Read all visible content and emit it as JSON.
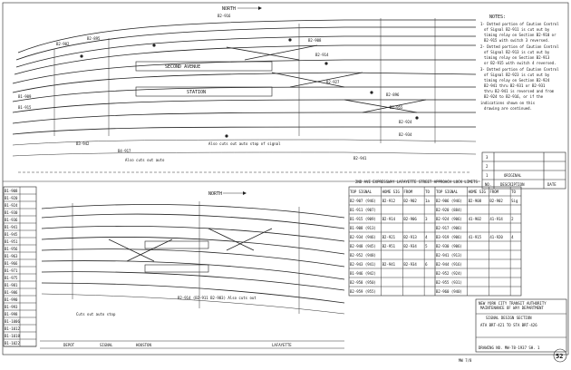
{
  "upper": {
    "north_label": "NORTH",
    "avenue_label": "SECOND AVENUE",
    "station_label": "STATION",
    "signal_labels": [
      "B2-916",
      "B2-902",
      "B2-895",
      "B2-908",
      "B2-914",
      "B2-927",
      "B2-896",
      "B2-955",
      "B2-924",
      "B2-934",
      "B2-941"
    ],
    "track_labels": [
      "B1-909",
      "B1-915",
      "B3-942",
      "B4-917"
    ],
    "stop_notes": [
      "Also cuts out auto",
      "Also cuts out auto stop of signal"
    ]
  },
  "notes": {
    "title": "NOTES:",
    "lines": [
      "1- Dotted portion of Caution Control",
      "of Signal B2-911 is cut out by",
      "timing relay on Section B2-910 or",
      "B2-915 with switch 3 reversed.",
      "2- Dotted portion of Caution Control",
      "of Signal B2-913 is cut out by",
      "timing relay on Section B2-913",
      "or B2-915 with switch 4 reversed.",
      "3- Dotted portion of Caution Control",
      "of Signal B2-923 is cut out by",
      "timing relay on Section B2-924",
      "B2-941 thru B2-931 or B2-931",
      "thru B2-941 is reversed and from",
      "B2-924 to B2-916, or if the",
      "indications shown on this",
      "drawing are continued."
    ]
  },
  "revisions": {
    "rows": [
      {
        "no": "3",
        "desc": "",
        "date": ""
      },
      {
        "no": "2",
        "desc": "",
        "date": ""
      },
      {
        "no": "1",
        "desc": "ORIGINAL",
        "date": ""
      }
    ],
    "header": [
      "NO.",
      "DESCRIPTION",
      "DATE"
    ]
  },
  "lower": {
    "north_label": "NORTH",
    "limits_title": "2ND AVE EXPRESSWAY LAFAYETTE STREET APPROACH LOCK LIMITS",
    "left_table_rows": [
      "B1-908",
      "B1-920",
      "B1-924",
      "B1-930",
      "B1-936",
      "B1-941",
      "B1-945",
      "B1-951",
      "B1-956",
      "B1-963",
      "B1-966",
      "B1-971",
      "B1-975",
      "B1-981",
      "B1-986",
      "B1-990",
      "B1-993",
      "B1-998",
      "B1-1006",
      "B1-1012",
      "B1-1018",
      "B1-1022"
    ],
    "lock_table": {
      "headers": [
        "TOP SIGNAL",
        "HOME SIG",
        "FROM",
        "TO",
        "TOP SIGNAL",
        "HOME SIG",
        "FROM",
        "TO"
      ],
      "rows": [
        [
          "B2-907 (946)",
          "B2-912",
          "B2-902",
          "1a",
          "B2-906 (946)",
          "B2-908",
          "B2-902",
          "Sig"
        ],
        [
          "B1-911 (907)",
          "",
          "",
          "",
          "B2-920 (884)",
          "",
          "",
          ""
        ],
        [
          "B1-915 (909)",
          "B2-914",
          "B2-906",
          "3",
          "B2-924 (906)",
          "41-902",
          "41-914",
          "2"
        ],
        [
          "B1-908 (913)",
          "",
          "",
          "",
          "B2-917 (906)",
          "",
          "",
          ""
        ],
        [
          "B2-934 (946)",
          "B2-921",
          "B2-913",
          "4",
          "B3-919 (906)",
          "41-915",
          "41-920",
          "4"
        ],
        [
          "B2-948 (945)",
          "B2-951",
          "B2-934",
          "5",
          "B2-930 (906)",
          "",
          "",
          ""
        ],
        [
          "B2-952 (948)",
          "",
          "",
          "",
          "B2-941 (913)",
          "",
          "",
          ""
        ],
        [
          "B2-943 (941)",
          "B2-941",
          "B2-934",
          "6",
          "B2-944 (916)",
          "",
          "",
          ""
        ],
        [
          "B1-946 (942)",
          "",
          "",
          "",
          "B2-952 (924)",
          "",
          "",
          ""
        ],
        [
          "B2-958 (950)",
          "",
          "",
          "",
          "B2-955 (931)",
          "",
          "",
          ""
        ],
        [
          "B2-959 (955)",
          "",
          "",
          "",
          "B2-960 (940)",
          "",
          "",
          ""
        ]
      ]
    },
    "footer_labels": [
      "DEPOT",
      "SIGNAL",
      "HOUSTON",
      "LAFAYETTE"
    ],
    "bottom_note": "B2-914 (B2-911 B2-983) Also cuts out",
    "auto_note": "Cuts out auto stop"
  },
  "title_block": {
    "authority": "NEW YORK CITY TRANSIT AUTHORITY",
    "dept": "MAINTENANCE OF WAY DEPARTMENT",
    "subtitle": "SIGNAL DESIGN SECTION",
    "project": "ATA BRT-421 TO STA BRT-426",
    "drawing_no": "DRAWING NO. MW-78-1937 SH. 1",
    "sheet_no": "52",
    "plate_note": "MW 7/8"
  }
}
